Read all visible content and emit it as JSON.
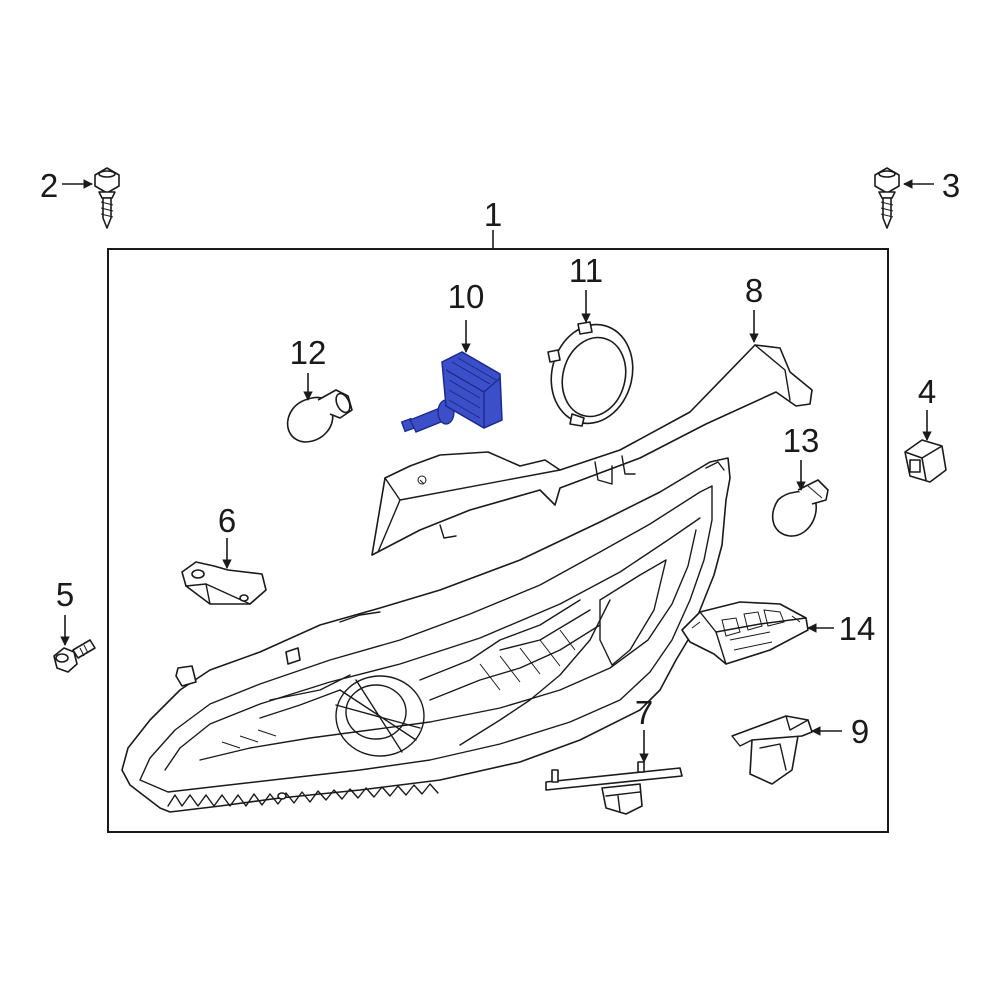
{
  "callouts": {
    "c1": "1",
    "c2": "2",
    "c3": "3",
    "c4": "4",
    "c5": "5",
    "c6": "6",
    "c7": "7",
    "c8": "8",
    "c9": "9",
    "c10": "10",
    "c11": "11",
    "c12": "12",
    "c13": "13",
    "c14": "14"
  },
  "colors": {
    "line": "#1a1a1a",
    "highlight": "#3c4fc8",
    "highlight_dark": "#1a2a8c",
    "background": "#ffffff"
  },
  "highlighted_part": "10"
}
